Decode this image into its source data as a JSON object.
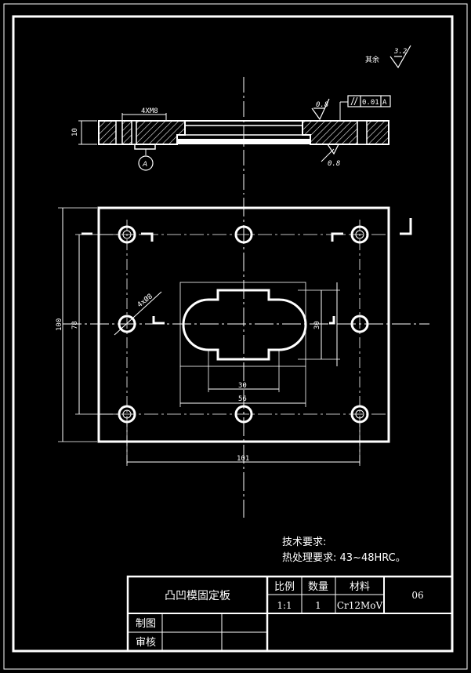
{
  "surface_finish": {
    "rest_label": "其余",
    "rest_value": "3.2",
    "top_value": "0.8",
    "bottom_value": "0.8"
  },
  "section_view": {
    "thread_note": "4XM8",
    "thickness_dim": "10",
    "datum_label": "A",
    "tolerance_frame": {
      "value": "0.01",
      "datum": "A"
    }
  },
  "plan_view": {
    "hole_note": "4xØ8",
    "dims": {
      "overall_height": "100",
      "hole_span_y": "78",
      "cavity_height": "30",
      "cavity_inner_width": "30",
      "cavity_outer_width": "56",
      "overall_width": "101"
    }
  },
  "requirements": {
    "title": "技术要求:",
    "line1": "热处理要求: 43~48HRC。"
  },
  "title_block": {
    "part_name": "凸凹模固定板",
    "col_scale": "比例",
    "col_qty": "数量",
    "col_material": "材料",
    "scale": "1:1",
    "qty": "1",
    "material": "Cr12MoV",
    "drawing_no": "06",
    "drawn_label": "制图",
    "checked_label": "审核"
  }
}
